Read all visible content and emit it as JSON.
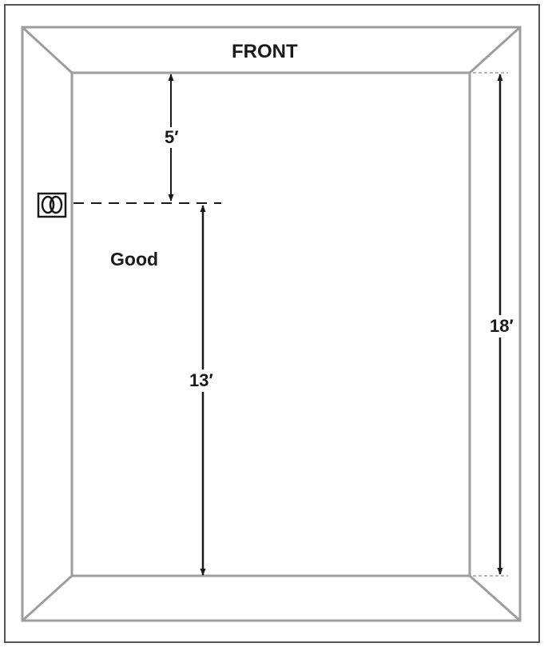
{
  "diagram": {
    "front_label": "FRONT",
    "good_label": "Good",
    "dim_top": "5′",
    "dim_bottom": "13′",
    "dim_total": "18′",
    "device_icon": "speaker-symbol-icon",
    "colors": {
      "wall": "#9e9e9e",
      "border": "#555555",
      "arrow": "#1a1a1a"
    }
  }
}
